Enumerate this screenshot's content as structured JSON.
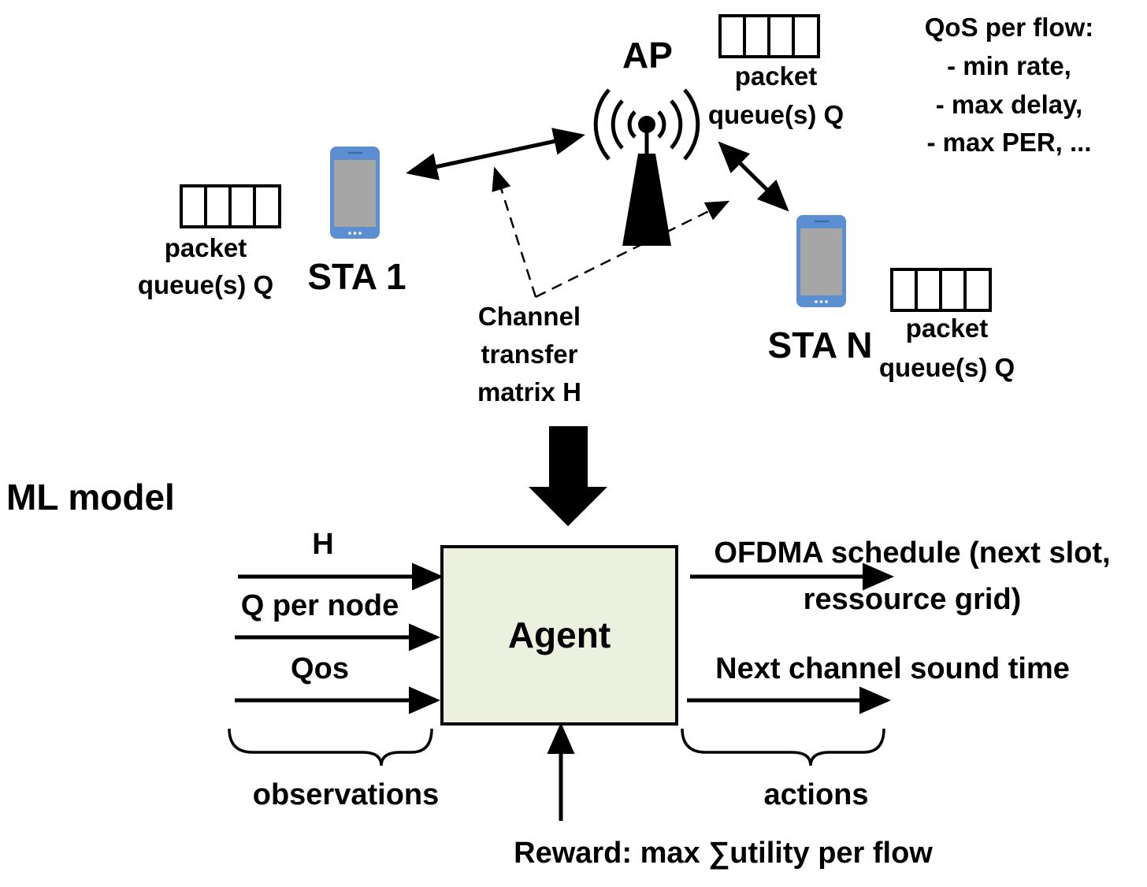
{
  "network": {
    "ap_label": "AP",
    "sta1_label": "STA 1",
    "stan_label": "STA N",
    "queue_label_line1": "packet",
    "queue_label_line2": "queue(s) Q",
    "qos_lines": [
      "QoS per flow:",
      "- min rate,",
      "- max delay,",
      "- max PER, ..."
    ],
    "channel_lines": [
      "Channel",
      "transfer",
      "matrix H"
    ]
  },
  "model": {
    "title": "ML model",
    "agent_label": "Agent",
    "inputs": [
      "H",
      "Q per node",
      "Qos"
    ],
    "observations_label": "observations",
    "outputs": [
      "OFDMA schedule (next slot,",
      "ressource grid)",
      "Next channel sound time"
    ],
    "actions_label": "actions",
    "reward_label": "Reward: max ∑utility per flow"
  },
  "colors": {
    "phone_body": "#5b8fd1",
    "phone_screen": "#a6a6a6",
    "agent_fill": "#ebf1de",
    "stroke": "#000000"
  },
  "icons": [
    "access-point-tower-icon",
    "smartphone-icon",
    "packet-queue-icon"
  ]
}
